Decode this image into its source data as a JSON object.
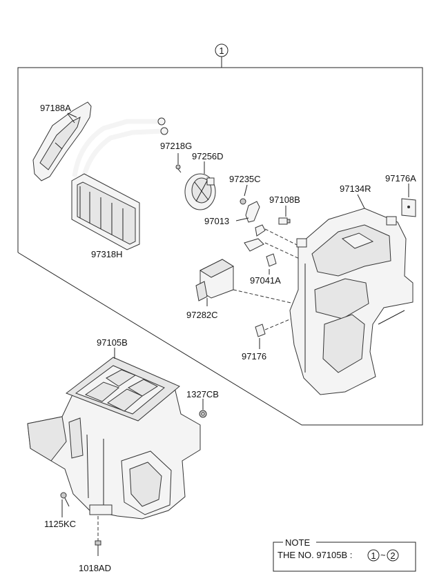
{
  "callout": {
    "top": "1"
  },
  "labels": {
    "p97188A": "97188A",
    "p97218G": "97218G",
    "p97256D": "97256D",
    "p97235C": "97235C",
    "p97108B": "97108B",
    "p97134R": "97134R",
    "p97176A": "97176A",
    "p97013": "97013",
    "p97318H": "97318H",
    "p97041A": "97041A",
    "p97282C": "97282C",
    "p97176": "97176",
    "p97105B": "97105B",
    "p1327CB": "1327CB",
    "p1125KC": "1125KC",
    "p1018AD": "1018AD"
  },
  "note": {
    "title": "NOTE",
    "text": "THE NO. 97105B :",
    "from": "1",
    "sep": "~",
    "to": "2"
  }
}
